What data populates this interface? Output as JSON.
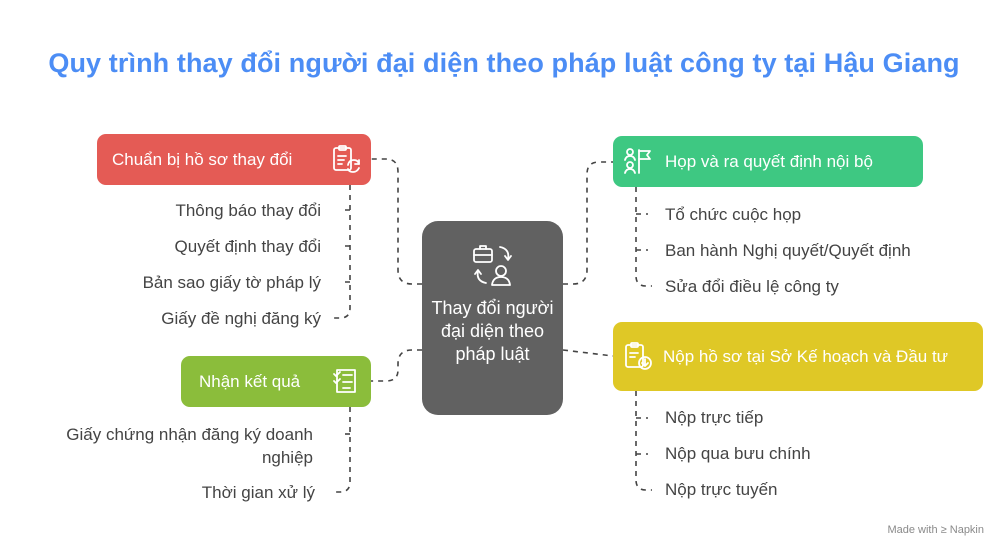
{
  "title": "Quy trình thay đổi người đại diện theo pháp luật công ty tại Hậu Giang",
  "center": {
    "label": "Thay đổi người đại diện theo pháp luật",
    "icon": "briefcase-person-swap-icon"
  },
  "branches": [
    {
      "label": "Chuẩn bị hồ sơ thay đổi",
      "color": "#e45b55",
      "icon": "clipboard-refresh-icon",
      "items": [
        "Thông báo thay đổi",
        "Quyết định thay đổi",
        "Bản sao giấy tờ pháp lý",
        "Giấy đề nghị đăng ký"
      ]
    },
    {
      "label": "Nhận kết quả",
      "color": "#8bbd3b",
      "icon": "checklist-icon",
      "items": [
        "Giấy chứng nhận đăng ký doanh nghiệp",
        "Thời gian xử lý"
      ]
    },
    {
      "label": "Họp và ra quyết định nội bộ",
      "color": "#3ec882",
      "icon": "people-flag-icon",
      "items": [
        "Tổ chức cuộc họp",
        "Ban hành Nghị quyết/Quyết định",
        "Sửa đổi điều lệ công ty"
      ]
    },
    {
      "label": "Nộp hồ sơ tại Sở Kế hoạch và Đầu tư",
      "color": "#dfc826",
      "icon": "clipboard-download-icon",
      "items": [
        "Nộp trực tiếp",
        "Nộp qua bưu chính",
        "Nộp trực tuyến"
      ]
    }
  ],
  "watermark": "Made with ≥ Napkin"
}
